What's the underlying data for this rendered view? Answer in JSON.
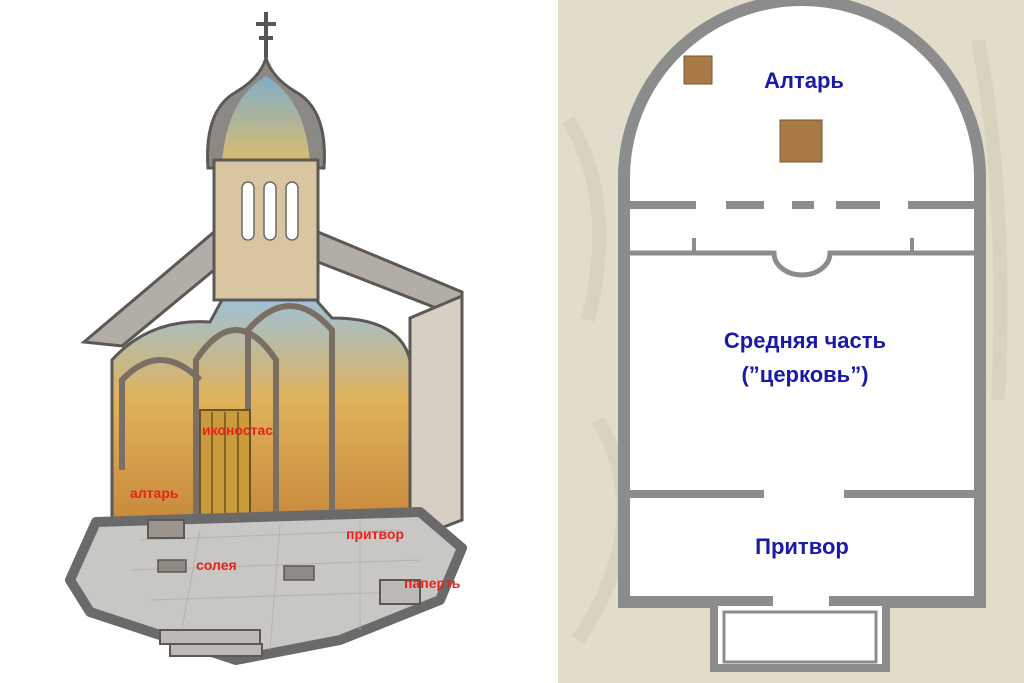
{
  "cutaway": {
    "labels": {
      "iconostasis": "иконостас",
      "altar": "алтарь",
      "narthex": "притвор",
      "soleas": "солея",
      "porch": "паперть"
    },
    "colors": {
      "wall": "#8a8580",
      "fresco_gold": "#e3b75a",
      "fresco_blue": "#8fb7cf",
      "floor": "#c9c7c3",
      "label_red": "#e8231c"
    }
  },
  "plan": {
    "labels": {
      "altar": "Алтарь",
      "nave_line1": "Средняя часть",
      "nave_line2": "(”церковь”)",
      "narthex": "Притвор"
    },
    "colors": {
      "background": "#e2dccb",
      "wall": "#8c8c8c",
      "floor": "#ffffff",
      "altar_table": "#a87a48",
      "label_blue": "#1a1aa8"
    }
  }
}
